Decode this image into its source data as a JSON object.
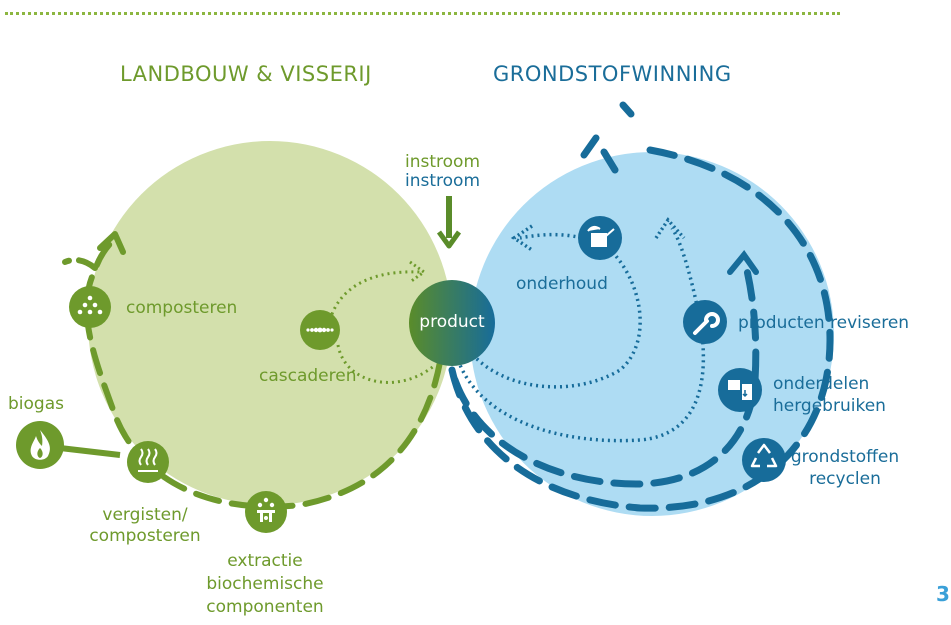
{
  "titles": {
    "left": "LANDBOUW & VISSERIJ",
    "right": "GRONDSTOFWINNING"
  },
  "inflow": {
    "green": "instroom",
    "blue": "instroom"
  },
  "product": "product",
  "labels": {
    "composteren": "composteren",
    "cascaderen": "cascaderen",
    "biogas": "biogas",
    "vergisten_line1": "vergisten/",
    "vergisten_line2": "composteren",
    "extractie_line1": "extractie",
    "extractie_line2": "biochemische",
    "extractie_line3": "componenten",
    "onderhoud": "onderhoud",
    "reviseren": "producten reviseren",
    "onderdelen_line1": "onderdelen",
    "onderdelen_line2": "hergebruiken",
    "recyclen_line1": "grondstoffen",
    "recyclen_line2": "recyclen"
  },
  "page_number": "3",
  "colors": {
    "green_dark": "#6e9a2c",
    "green_light": "#d3e0ac",
    "blue_dark": "#176c9a",
    "blue_light": "#aedcf3"
  },
  "icons": [
    "dots-icon",
    "wave-icon",
    "flame-icon",
    "steam-icon",
    "extraction-icon",
    "watering-can-icon",
    "wrench-icon",
    "parts-icon",
    "recycle-icon"
  ]
}
